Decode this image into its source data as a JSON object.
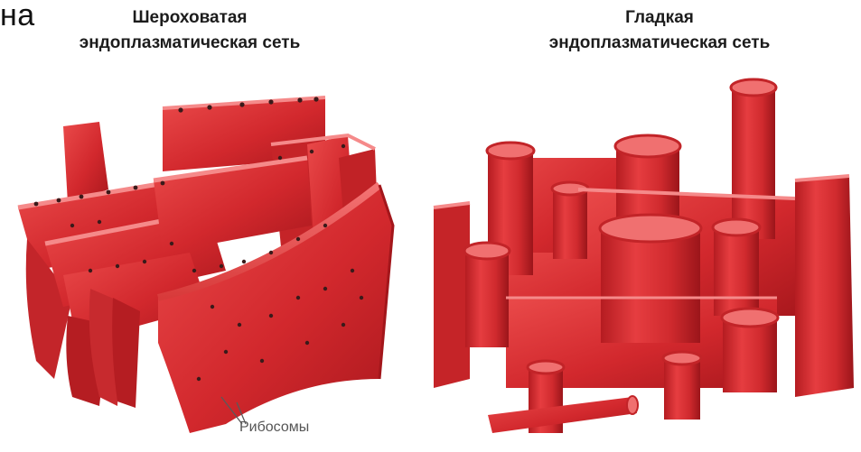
{
  "fragment_text": "на",
  "left_panel": {
    "title_line1": "Шероховатая",
    "title_line2": "эндоплазматическая сеть"
  },
  "right_panel": {
    "title_line1": "Гладкая",
    "title_line2": "эндоплазматическая сеть"
  },
  "ribosome_label": "Рибосомы",
  "colors": {
    "membrane_light": "#e23a3c",
    "membrane_mid": "#c8242a",
    "membrane_dark": "#8f1418",
    "ribosome": "#3a1a1a"
  }
}
